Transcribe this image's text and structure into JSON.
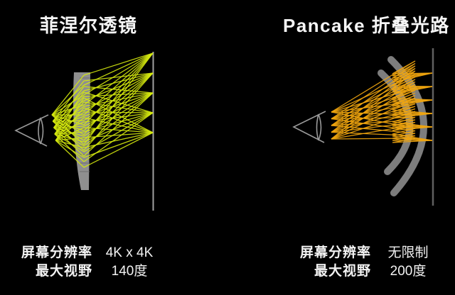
{
  "left_panel": {
    "title": "菲涅尔透镜",
    "specs": [
      {
        "label": "屏幕分辨率",
        "value": "4K x 4K"
      },
      {
        "label": "最大视野",
        "value": "140度"
      }
    ],
    "ray_color": "#d5e90f",
    "lens_color": "#8f8f8f",
    "screen_line_color": "#a0a0a0"
  },
  "right_panel": {
    "title": "Pancake 折叠光路",
    "specs": [
      {
        "label": "屏幕分辨率",
        "value": "无限制"
      },
      {
        "label": "最大视野",
        "value": "200度"
      }
    ],
    "ray_color": "#f2a60e",
    "lens_color": "#7d7d7d",
    "screen_line_color": "#5f5f5f"
  },
  "colors": {
    "background": "#000000",
    "text": "#f5f5f5",
    "eye_outline": "#9a9a9a"
  }
}
